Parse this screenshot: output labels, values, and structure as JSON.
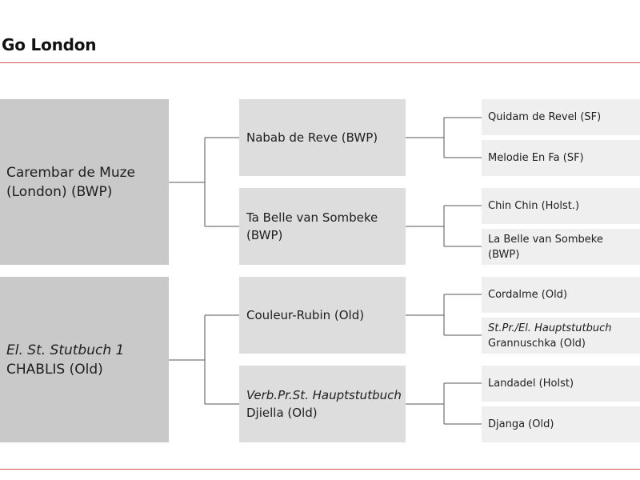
{
  "title": "Go London",
  "sire": {
    "name": "Carembar de Muze\n(London) (BWP)",
    "sire": {
      "name": "Nabab de Reve (BWP)",
      "sire": {
        "name": "Quidam de Revel (SF)"
      },
      "dam": {
        "name": "Melodie En Fa (SF)"
      }
    },
    "dam": {
      "name": "Ta Belle van Sombeke\n(BWP)",
      "sire": {
        "name": "Chin Chin (Holst.)"
      },
      "dam": {
        "name": "La Belle van Sombeke\n(BWP)"
      }
    }
  },
  "dam": {
    "prefix": "El. St. Stutbuch 1",
    "name": "CHABLIS (Old)",
    "sire": {
      "name": "Couleur-Rubin (Old)",
      "sire": {
        "name": "Cordalme (Old)"
      },
      "dam": {
        "prefix": "St.Pr./El. Hauptstutbuch",
        "name": "Grannuschka (Old)"
      }
    },
    "dam": {
      "prefix": "Verb.Pr.St. Hauptstutbuch",
      "name": "Djiella (Old)",
      "sire": {
        "name": "Landadel (Holst)"
      },
      "dam": {
        "name": "Djanga (Old)"
      }
    }
  }
}
